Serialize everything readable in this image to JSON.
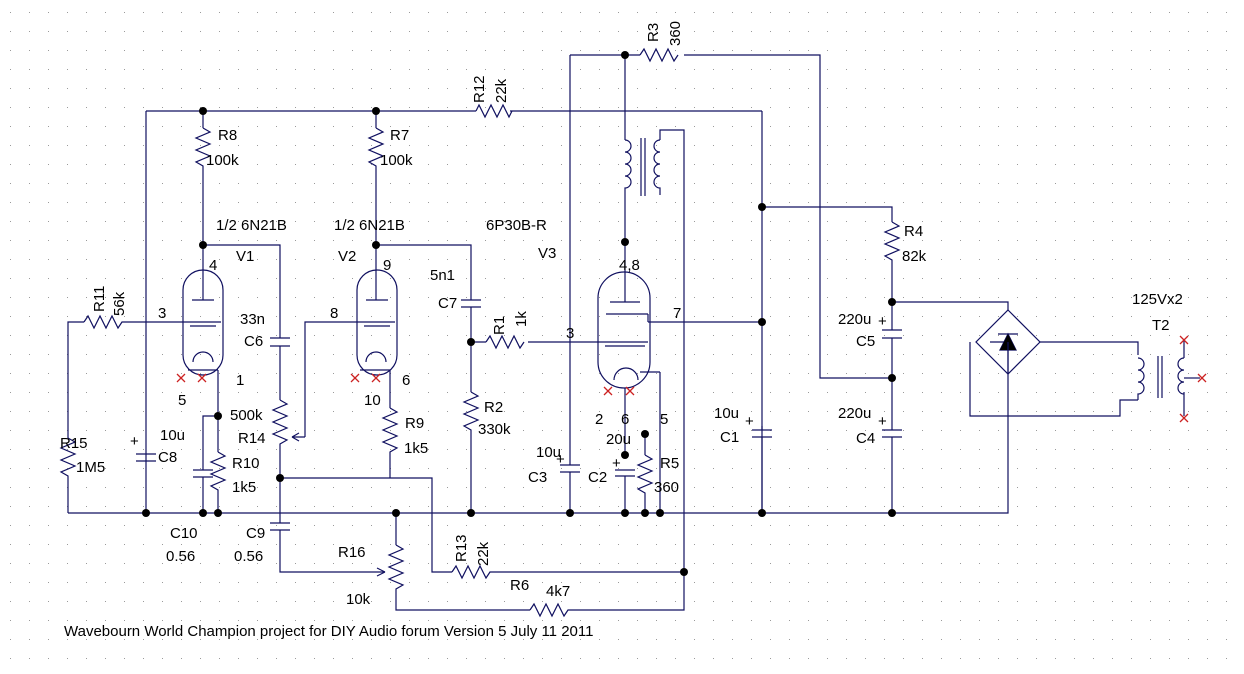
{
  "footer": "Wavebourn World Champion project for DIY Audio forum Version 5 July 11 2011",
  "colors": {
    "wire": "#101060",
    "text": "#000000",
    "no_connect": "#cc2222",
    "grid": "#9a9a9a",
    "background": "#ffffff"
  },
  "labels": {
    "r8_name": "R8",
    "r8_value": "100k",
    "r7_name": "R7",
    "r7_value": "100k",
    "r12_name": "R12",
    "r12_value": "22k",
    "r3_name": "R3",
    "r3_value": "360",
    "r4_name": "R4",
    "r4_value": "82k",
    "r11_name": "R11",
    "r11_value": "56k",
    "r15_name": "R15",
    "r15_value": "1M5",
    "r10_name": "R10",
    "r10_value": "1k5",
    "r14_name": "R14",
    "r14_value": "500k",
    "r9_name": "R9",
    "r9_value": "1k5",
    "r2_name": "R2",
    "r2_value": "330k",
    "r1_name": "R1",
    "r1_value": "1k",
    "r5_name": "R5",
    "r5_value": "360",
    "r13_name": "R13",
    "r13_value": "22k",
    "r16_name": "R16",
    "r16_value": "10k",
    "r6_name": "R6",
    "r6_value": "4k7",
    "c6_name": "C6",
    "c6_value": "33n",
    "c7_name": "C7",
    "c7_value": "5n1",
    "c8_name": "C8",
    "c8_value": "10u",
    "c10_name": "C10",
    "c10_value": "0.56",
    "c9_name": "C9",
    "c9_value": "0.56",
    "c3_name": "C3",
    "c3_value": "10u",
    "c2_name": "C2",
    "c2_value": "20u",
    "c1_name": "C1",
    "c1_value": "10u",
    "c5_name": "C5",
    "c5_value": "220u",
    "c4_name": "C4",
    "c4_value": "220u",
    "v1_name": "V1",
    "v1_type": "1/2 6N21B",
    "v2_name": "V2",
    "v2_type": "1/2 6N21B",
    "v3_name": "V3",
    "v3_type": "6P30B-R",
    "t2_name": "T2",
    "t2_value": "125Vx2",
    "v1_pin_plate": "4",
    "v1_pin_grid": "3",
    "v1_pin_heater_a": "5",
    "v1_pin_cathode": "1",
    "v2_pin_plate": "9",
    "v2_pin_grid": "8",
    "v2_pin_heater": "10",
    "v2_pin_cathode": "6",
    "v3_pin_plate": "4,8",
    "v3_pin_grid": "3",
    "v3_pin_g2": "7",
    "v3_pin_heater_a": "2",
    "v3_pin_heater_b": "6",
    "v3_pin_cathode": "5",
    "plus": "+"
  }
}
